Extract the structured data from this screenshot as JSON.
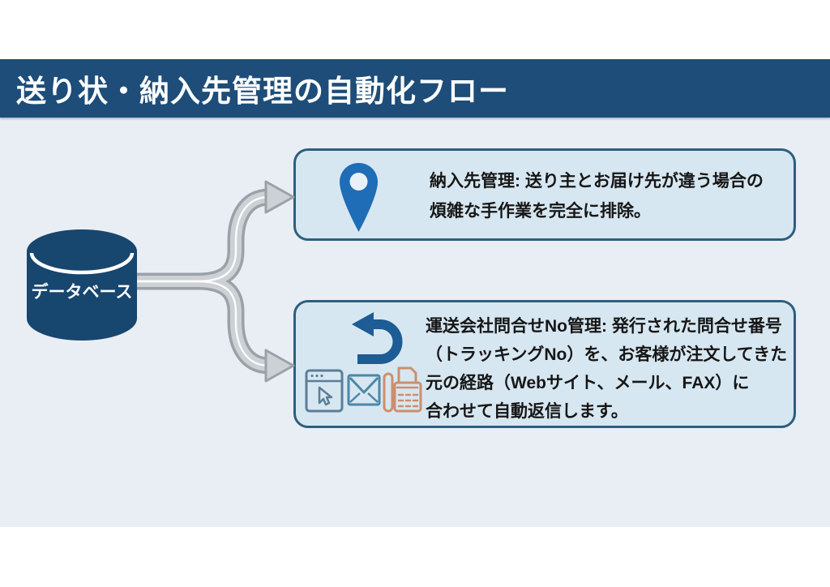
{
  "header": {
    "title": "送り状・納入先管理の自動化フロー"
  },
  "database": {
    "label": "データベース"
  },
  "boxes": {
    "delivery": {
      "lines": [
        "納入先管理: 送り主とお届け先が違う場合の",
        "煩雑な手作業を完全に排除。"
      ]
    },
    "tracking": {
      "lines": [
        "運送会社問合せNo管理: 発行された問合せ番号",
        "（トラッキングNo）を、お客様が注文してきた",
        "元の経路（Webサイト、メール、FAX）に",
        "合わせて自動返信します。"
      ]
    }
  },
  "icons": {
    "database": "database-cylinder",
    "location_pin": "location-pin-icon",
    "undo_arrow": "undo-return-arrow-icon",
    "browser": "web-browser-cursor-icon",
    "email": "email-envelope-icon",
    "fax": "fax-machine-icon",
    "branch_arrows": "branching-flow-arrows"
  },
  "colors": {
    "header_bg": "#1d4d78",
    "slide_bg": "#e9eef5",
    "box_bg": "#d7e7f1",
    "box_border": "#2e5f7e",
    "database_fill": "#17466f",
    "pin_blue": "#1e6db6",
    "undo_blue": "#1d5c95",
    "browser_icon": "#5b7e99",
    "email_icon": "#4d87a5",
    "fax_icon": "#cb8f6d",
    "arrow_gray_dark": "#9ba1a8",
    "arrow_gray_light": "#ccd1d6",
    "text": "#161616"
  }
}
